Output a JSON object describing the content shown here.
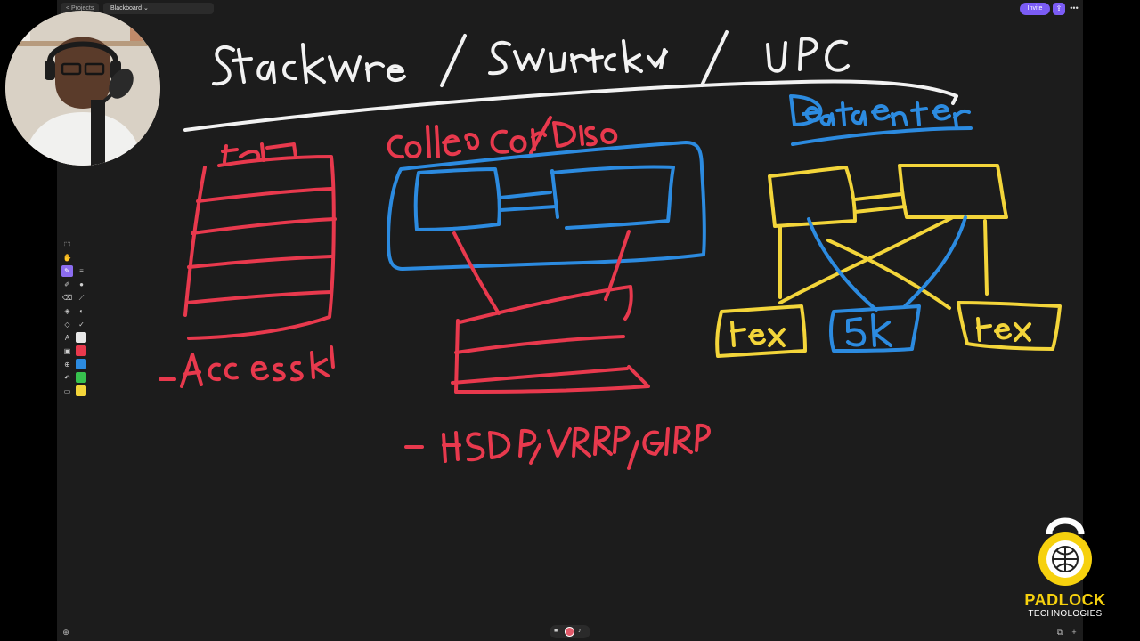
{
  "topbar": {
    "projects_label": "< Projects",
    "doc_title": "Blackboard ⌄",
    "invite_label": "Invite",
    "more_label": "•••"
  },
  "tools": [
    "select-tool",
    "hand-tool",
    "pen-tool",
    "eraser-tool",
    "highlighter-tool",
    "fill-tool",
    "shape-tool",
    "text-tool",
    "frame-tool",
    "laser-tool",
    "undo-tool",
    "embed-tool"
  ],
  "colors": {
    "red": "#e8394d",
    "blue": "#2c8be0",
    "yellow": "#f3d53a",
    "white": "#f2f2f2",
    "accent": "#7b5cf5",
    "logo_yellow": "#f6d10e"
  },
  "logo": {
    "line1": "PADLOCK",
    "line2": "TECHNOLOGIES"
  }
}
